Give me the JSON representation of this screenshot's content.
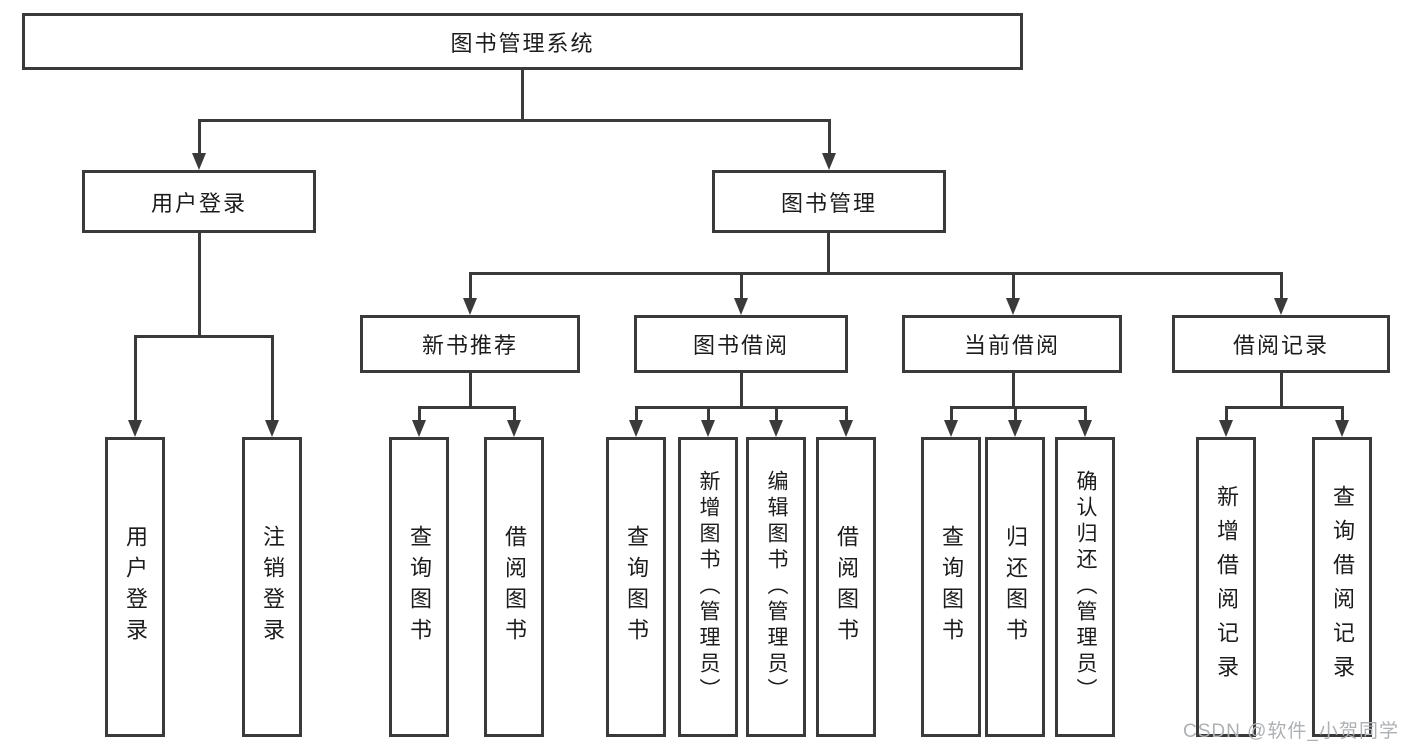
{
  "diagram": {
    "title": "图书管理系统",
    "root": {
      "label": "图书管理系统"
    },
    "level2": [
      {
        "label": "用户登录"
      },
      {
        "label": "图书管理"
      }
    ],
    "level3": [
      {
        "label": "新书推荐"
      },
      {
        "label": "图书借阅"
      },
      {
        "label": "当前借阅"
      },
      {
        "label": "借阅记录"
      }
    ],
    "leaves": [
      {
        "label": "用户登录"
      },
      {
        "label": "注销登录"
      },
      {
        "label": "查询图书"
      },
      {
        "label": "借阅图书"
      },
      {
        "label": "查询图书"
      },
      {
        "label": "新增图书（管理员）"
      },
      {
        "label": "编辑图书（管理员）"
      },
      {
        "label": "借阅图书"
      },
      {
        "label": "查询图书"
      },
      {
        "label": "归还图书"
      },
      {
        "label": "确认归还（管理员）"
      },
      {
        "label": "新增借阅记录"
      },
      {
        "label": "查询借阅记录"
      }
    ]
  },
  "watermark": {
    "text": "CSDN @软件_小贺同学"
  },
  "colors": {
    "line": "#3a3a3a",
    "text": "#1c1c1c",
    "watermark": "#aeb1b4",
    "background": "#ffffff"
  }
}
